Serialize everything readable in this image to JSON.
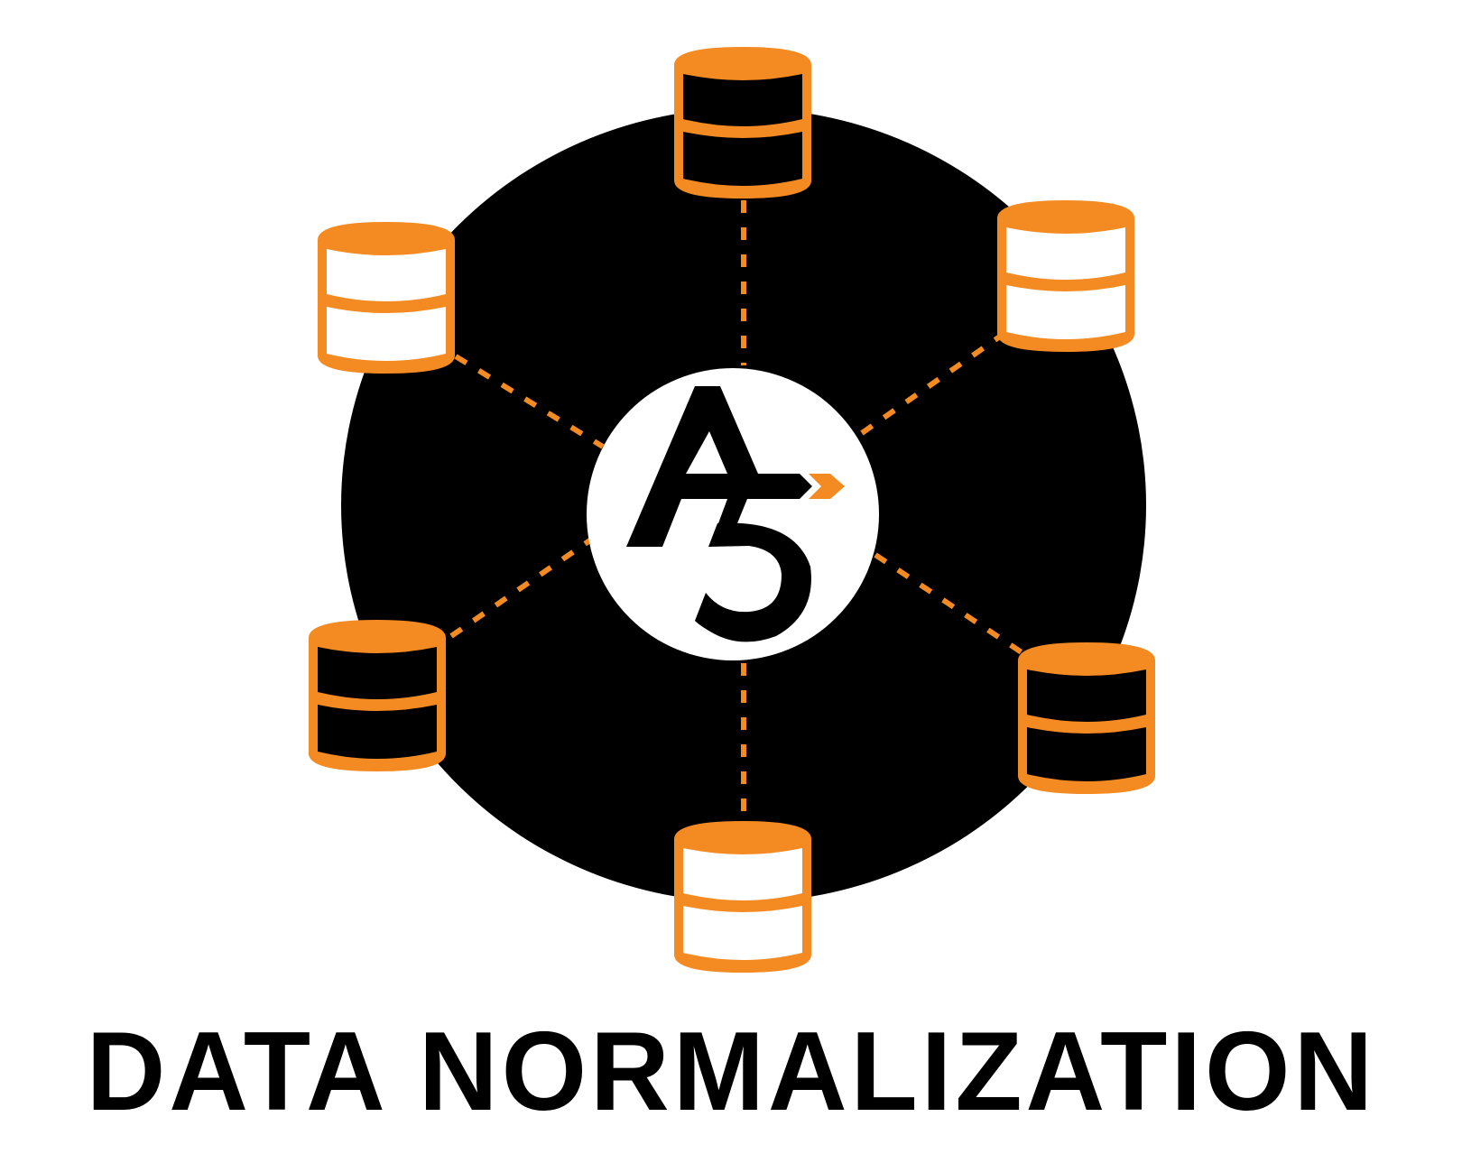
{
  "title": "DATA NORMALIZATION",
  "logo": {
    "letters": "A5",
    "icon": "a5-logo-icon"
  },
  "colors": {
    "orange": "#f48a22",
    "black": "#000000",
    "white": "#ffffff"
  },
  "nodes": [
    {
      "id": "top",
      "fill": "black",
      "icon": "database-icon"
    },
    {
      "id": "upper-right",
      "fill": "white",
      "icon": "database-icon"
    },
    {
      "id": "lower-right",
      "fill": "black",
      "icon": "database-icon"
    },
    {
      "id": "bottom",
      "fill": "white",
      "icon": "database-icon"
    },
    {
      "id": "lower-left",
      "fill": "black",
      "icon": "database-icon"
    },
    {
      "id": "upper-left",
      "fill": "white",
      "icon": "database-icon"
    }
  ],
  "connectors": "dashed-orange-lines"
}
